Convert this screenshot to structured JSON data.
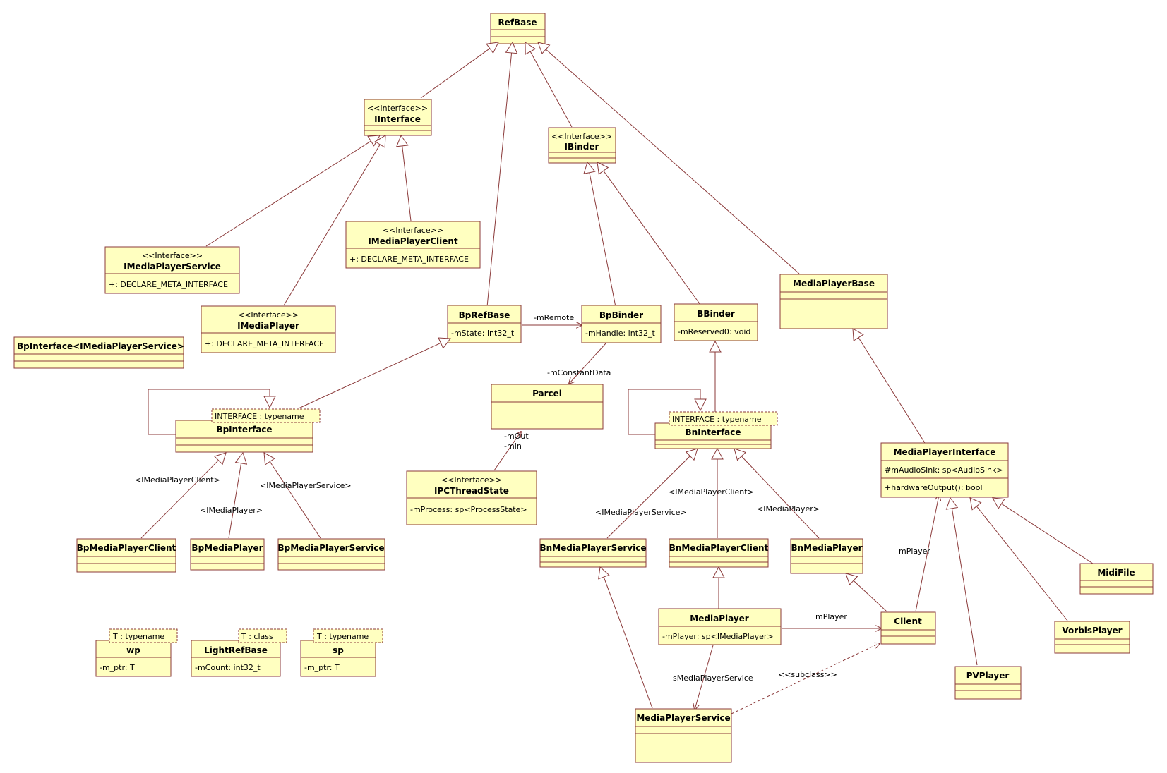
{
  "colors": {
    "box_fill": "#ffffc0",
    "line": "#8b3a3a",
    "text": "#000000"
  },
  "classes": {
    "refbase": {
      "name": "RefBase"
    },
    "iinterface": {
      "stereotype": "<<Interface>>",
      "name": "IInterface"
    },
    "ibinder": {
      "stereotype": "<<Interface>>",
      "name": "IBinder"
    },
    "imediaplayerservice": {
      "stereotype": "<<Interface>>",
      "name": "IMediaPlayerService",
      "attr": "+: DECLARE_META_INTERFACE"
    },
    "imediaplayerclient": {
      "stereotype": "<<Interface>>",
      "name": "IMediaPlayerClient",
      "attr": "+: DECLARE_META_INTERFACE"
    },
    "imediaplayer": {
      "stereotype": "<<Interface>>",
      "name": "IMediaPlayer",
      "attr": "+: DECLARE_META_INTERFACE"
    },
    "bpinterface_service": {
      "name": "BpInterface<IMediaPlayerService>"
    },
    "bprefbase": {
      "name": "BpRefBase",
      "attr": "-mState: int32_t"
    },
    "bpbinder": {
      "name": "BpBinder",
      "attr": "-mHandle: int32_t"
    },
    "bbinder": {
      "name": "BBinder",
      "attr": "-mReserved0: void"
    },
    "mediaplayerbase": {
      "name": "MediaPlayerBase"
    },
    "bpinterface": {
      "name": "BpInterface",
      "template": "INTERFACE : typename"
    },
    "parcel": {
      "name": "Parcel"
    },
    "bninterface": {
      "name": "BnInterface",
      "template": "INTERFACE : typename"
    },
    "mediaplayerinterface": {
      "name": "MediaPlayerInterface",
      "attr": "#mAudioSink: sp<AudioSink>",
      "op": "+hardwareOutput(): bool"
    },
    "ipcthreadstate": {
      "stereotype": "<<Interface>>",
      "name": "IPCThreadState",
      "attr": "-mProcess: sp<ProcessState>"
    },
    "bpmediaplayerclient": {
      "name": "BpMediaPlayerClient"
    },
    "bpmediaplayer": {
      "name": "BpMediaPlayer"
    },
    "bpmediaplayerservice": {
      "name": "BpMediaPlayerService"
    },
    "bnmediaplayerservice": {
      "name": "BnMediaPlayerService"
    },
    "bnmediaplayerclient": {
      "name": "BnMediaPlayerClient"
    },
    "bnmediaplayer": {
      "name": "BnMediaPlayer"
    },
    "midifile": {
      "name": "MidiFile"
    },
    "mediaplayer": {
      "name": "MediaPlayer",
      "attr": "-mPlayer: sp<IMediaPlayer>"
    },
    "client": {
      "name": "Client"
    },
    "vorbisplayer": {
      "name": "VorbisPlayer"
    },
    "pvplayer": {
      "name": "PVPlayer"
    },
    "mediaplayerservice": {
      "name": "MediaPlayerService"
    },
    "wp": {
      "name": "wp",
      "template": "T : typename",
      "attr": "-m_ptr: T"
    },
    "lightrefbase": {
      "name": "LightRefBase",
      "template": "T : class",
      "attr": "-mCount: int32_t"
    },
    "sp": {
      "name": "sp",
      "template": "T : typename",
      "attr": "-m_ptr: T"
    }
  },
  "edge_labels": {
    "mremote": "-mRemote",
    "mconstantdata": "-mConstantData",
    "mout": "-mOut",
    "min": "-mIn",
    "bp_imediaplayerclient": "<IMediaPlayerClient>",
    "bp_imediaplayer": "<IMediaPlayer>",
    "bp_imediaplayerservice": "<IMediaPlayerService>",
    "bn_imediaplayerservice": "<IMediaPlayerService>",
    "bn_imediaplayerclient": "<IMediaPlayerClient>",
    "bn_imediaplayer": "<IMediaPlayer>",
    "mplayer_upper": "mPlayer",
    "mplayer_lower": "mPlayer",
    "smediaplayerservice": "sMediaPlayerService",
    "subclass": "<<subclass>>"
  }
}
